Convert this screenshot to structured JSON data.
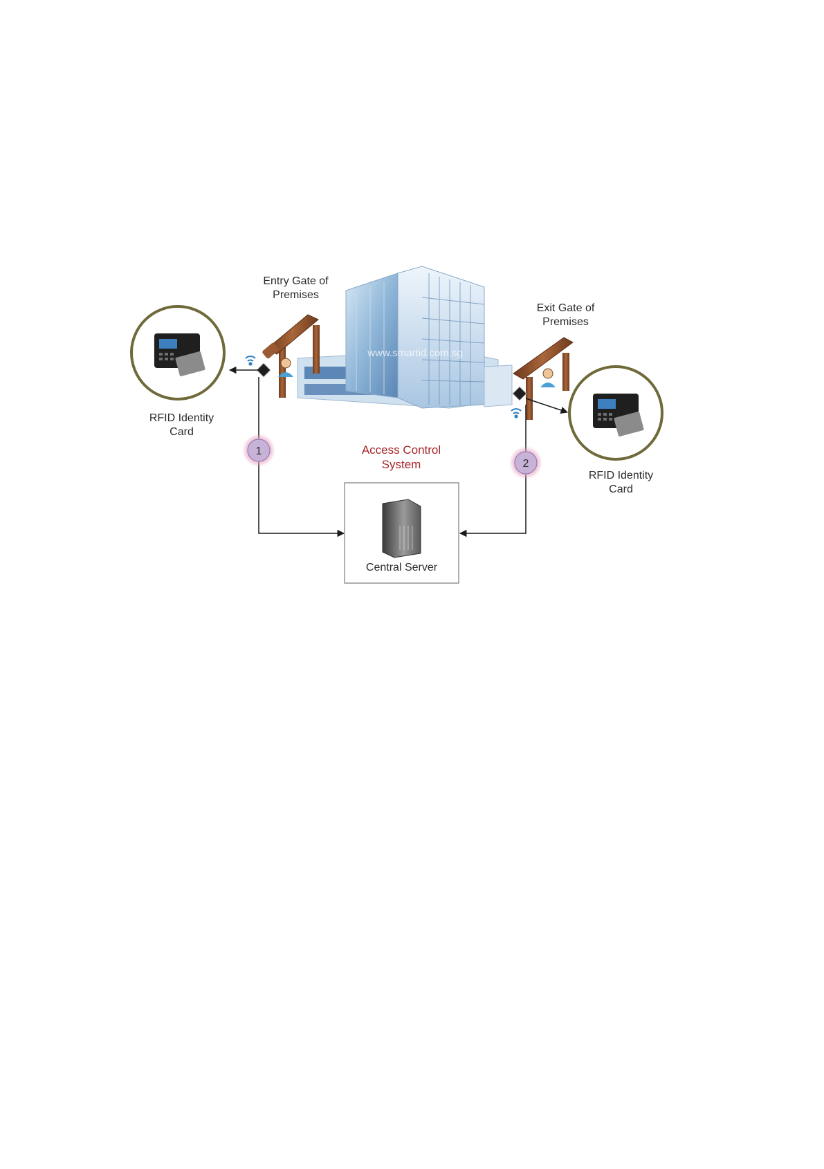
{
  "diagram": {
    "entry_gate": {
      "line1": "Entry  Gate of",
      "line2": "Premises"
    },
    "exit_gate": {
      "line1": "Exit Gate of",
      "line2": "Premises"
    },
    "left_card": {
      "line1": "RFID Identity",
      "line2": "Card"
    },
    "right_card": {
      "line1": "RFID Identity",
      "line2": "Card"
    },
    "system": {
      "line1": "Access Control",
      "line2": "System"
    },
    "server": {
      "label": "Central Server"
    },
    "steps": [
      "1",
      "2"
    ],
    "watermark": "www.smartid.com.sg"
  },
  "colors": {
    "arrow": "#1a1a1a",
    "gate_wood": "#8a4e2b",
    "step_fill": "#c7b3d8",
    "step_glow": "#e7a4c4",
    "ring": "#6f6a3a",
    "system_text": "#a6262a",
    "building_glass": "#5f8fbf"
  }
}
